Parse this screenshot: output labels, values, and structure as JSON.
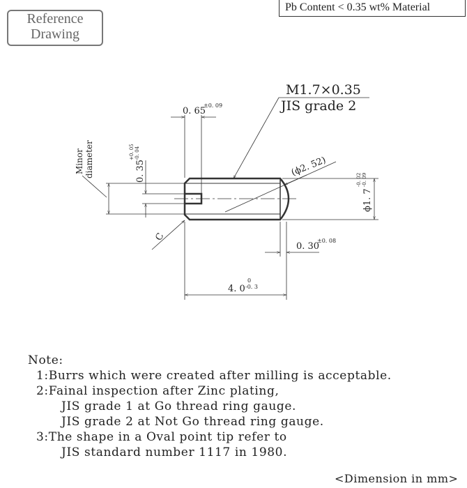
{
  "stamp": {
    "line1": "Reference",
    "line2": "Drawing"
  },
  "material": "Pb Content < 0.35 wt% Material",
  "drawing": {
    "thread_spec": "M1.7×0.35",
    "thread_grade": "JIS grade 2",
    "slot_width": "0. 65",
    "slot_width_tol": "±0. 09",
    "minor_diameter_label_1": "Minor",
    "minor_diameter_label_2": "diameter",
    "slot_depth": "0. 35",
    "slot_depth_tol_upper": "+0. 05",
    "slot_depth_tol_lower": "-0. 04",
    "tip_radius": "(ϕ2. 52)",
    "diameter": "ϕ1. 7",
    "diameter_tol_upper": "-0. 02",
    "diameter_tol_lower": "-0. 09",
    "chamfer": "C",
    "tip_length": "0. 30",
    "tip_length_tol": "±0. 08",
    "length": "4. 0",
    "length_tol_upper": "0",
    "length_tol_lower": "-0. 3"
  },
  "notes": {
    "title": "Note:",
    "lines": [
      "  1:Burrs which were created after milling is acceptable.",
      "  2:Fainal inspection after Zinc plating,",
      "        JIS grade 1 at Go thread ring gauge.",
      "        JIS grade 2 at Not Go thread ring gauge.",
      "  3:The shape in a Oval point tip refer to",
      "        JIS standard number 1117 in 1980."
    ]
  },
  "unit": "<Dimension in mm>"
}
